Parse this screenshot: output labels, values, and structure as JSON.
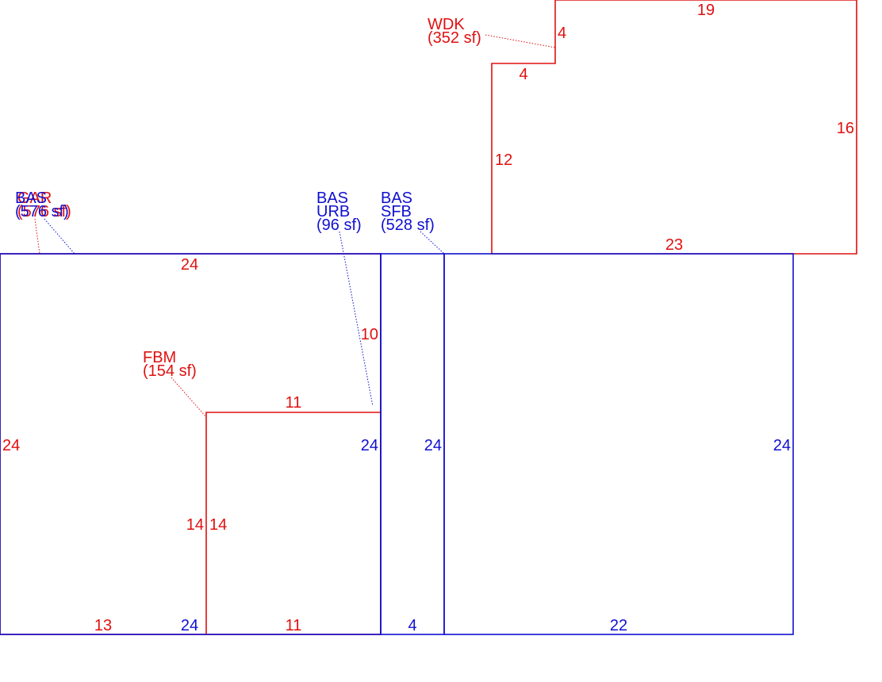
{
  "colors": {
    "red": "#e01010",
    "blue": "#1010d0",
    "background": "#ffffff"
  },
  "areas": {
    "gar": {
      "code": "GAR",
      "area": "(576 sf)"
    },
    "bas_main": {
      "code": "BAS",
      "area": "(576 sf)"
    },
    "bas_urb": {
      "code": "BAS",
      "subcode": "URB",
      "area": "(96 sf)"
    },
    "bas_sfb": {
      "code": "BAS",
      "subcode": "SFB",
      "area": "(528 sf)"
    },
    "wdk": {
      "code": "WDK",
      "area": "(352 sf)"
    },
    "fbm": {
      "code": "FBM",
      "area": "(154 sf)"
    }
  },
  "dimensions": {
    "left_top": "24",
    "left_side": "24",
    "left_bottom_red": "13",
    "left_bottom_blue": "24",
    "urb_height": "10",
    "fbm_top": "11",
    "fbm_left_outer": "14",
    "fbm_left_inner": "14",
    "fbm_bottom": "11",
    "left_inner_right": "24",
    "strip_right": "24",
    "strip_bottom": "4",
    "right_side": "24",
    "right_bottom": "22",
    "wdk_top": "19",
    "wdk_step_vertical": "4",
    "wdk_step_horizontal": "4",
    "wdk_left": "12",
    "wdk_right": "16",
    "wdk_bottom": "23"
  }
}
